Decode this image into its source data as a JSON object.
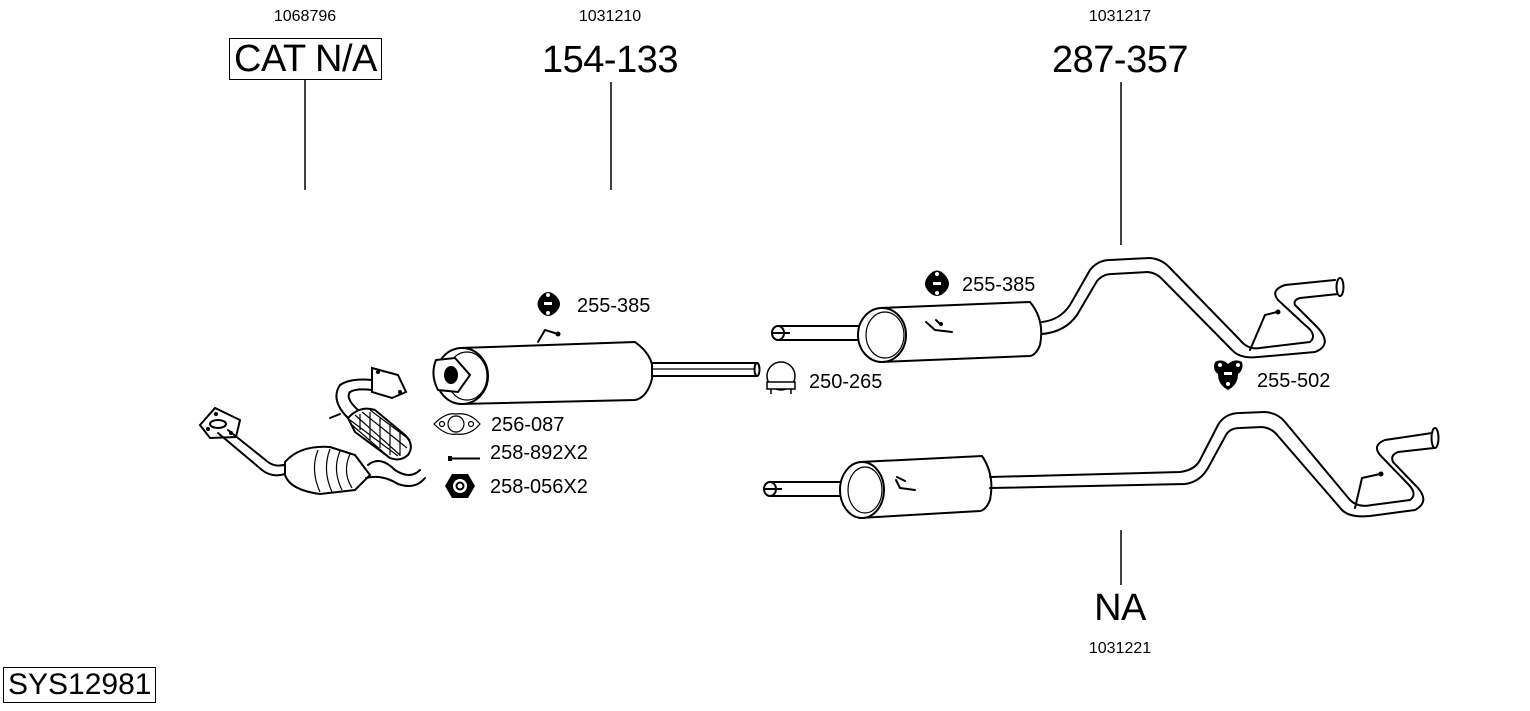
{
  "system_code": "SYS12981",
  "assemblies": [
    {
      "id": "catalytic-converter",
      "ref_number": "1068796",
      "part_number": "CAT N/A",
      "boxed": true
    },
    {
      "id": "front-silencer",
      "ref_number": "1031210",
      "part_number": "154-133",
      "boxed": false
    },
    {
      "id": "middle-rear-pipe",
      "ref_number": "1031217",
      "part_number": "287-357",
      "boxed": false
    },
    {
      "id": "alt-rear-assembly",
      "ref_number": "1031221",
      "part_number": "NA",
      "boxed": false
    }
  ],
  "fittings": [
    {
      "id": "rubber-mount-1",
      "icon": "rubber-hanger-icon",
      "label": "255-385"
    },
    {
      "id": "gasket",
      "icon": "gasket-icon",
      "label": "256-087"
    },
    {
      "id": "bolt",
      "icon": "bolt-icon",
      "label": "258-892X2"
    },
    {
      "id": "nut",
      "icon": "hex-nut-icon",
      "label": "258-056X2"
    },
    {
      "id": "clamp",
      "icon": "clamp-icon",
      "label": "250-265"
    },
    {
      "id": "rubber-mount-2",
      "icon": "rubber-hanger-icon",
      "label": "255-385"
    },
    {
      "id": "rubber-mount-3",
      "icon": "rubber-bracket-icon",
      "label": "255-502"
    }
  ]
}
